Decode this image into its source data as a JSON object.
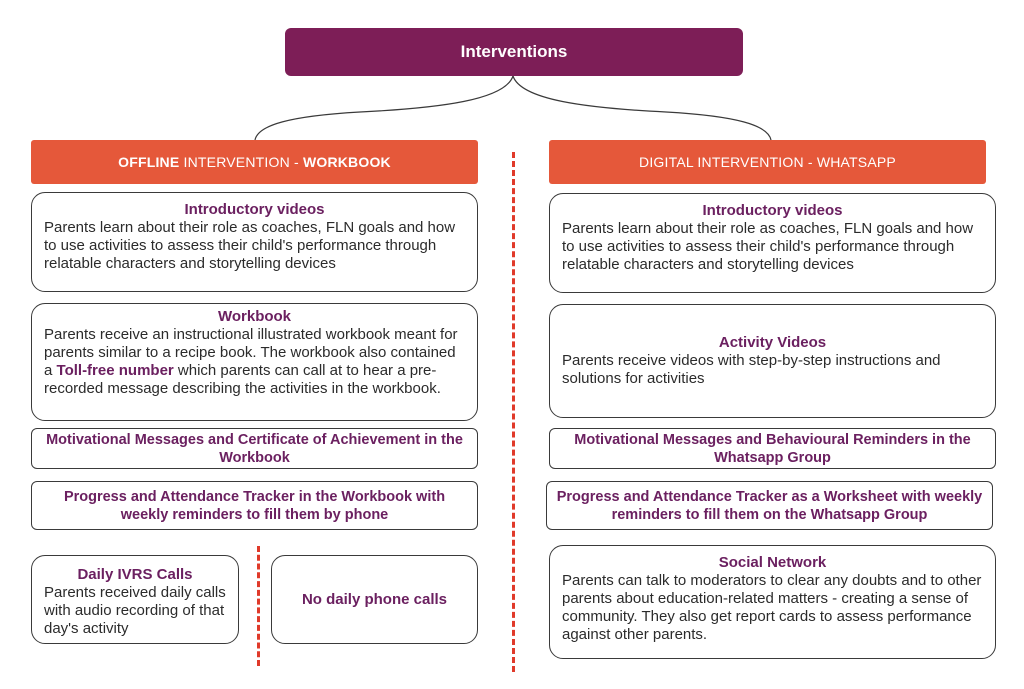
{
  "title": "Interventions",
  "offline": {
    "header_bold_1": "OFFLINE",
    "header_normal": " INTERVENTION - ",
    "header_bold_2": "WORKBOOK",
    "intro": {
      "title": "Introductory videos",
      "body": "Parents learn about their role as coaches, FLN goals and how to use activities to assess their child's performance through relatable characters and storytelling devices"
    },
    "workbook": {
      "title": "Workbook",
      "body_before": "Parents receive an instructional illustrated workbook meant for parents similar to a recipe book. The workbook also contained a ",
      "toll_free": "Toll-free number",
      "body_after": " which parents can call at to hear a pre-recorded message describing the activities in the workbook."
    },
    "motivational": "Motivational Messages and Certificate of Achievement in the Workbook",
    "tracker": "Progress and Attendance Tracker in the Workbook with weekly reminders to fill them by phone",
    "ivrs": {
      "title": "Daily IVRS Calls",
      "body": "Parents received daily calls with audio recording of that day's activity"
    },
    "no_calls": "No daily phone calls"
  },
  "digital": {
    "header": "DIGITAL INTERVENTION - WHATSAPP",
    "intro": {
      "title": "Introductory videos",
      "body": "Parents learn about their role as coaches, FLN goals and how to use activities to assess their child's performance through relatable characters and storytelling devices"
    },
    "activity": {
      "title": "Activity Videos",
      "body": "Parents receive videos with step-by-step instructions and solutions for activities"
    },
    "motivational": "Motivational Messages and Behavioural Reminders in the Whatsapp Group",
    "tracker": "Progress and Attendance Tracker as a Worksheet with weekly reminders to fill them on the Whatsapp Group",
    "social": {
      "title": "Social Network",
      "body": "Parents can talk to moderators to clear any doubts and to other parents about education-related matters - creating a sense of community. They also get report cards to assess performance against other parents."
    }
  },
  "colors": {
    "top_box": "#7d1e57",
    "header": "#e5583a",
    "title_text": "#6b2060",
    "divider": "#e03a2a"
  }
}
